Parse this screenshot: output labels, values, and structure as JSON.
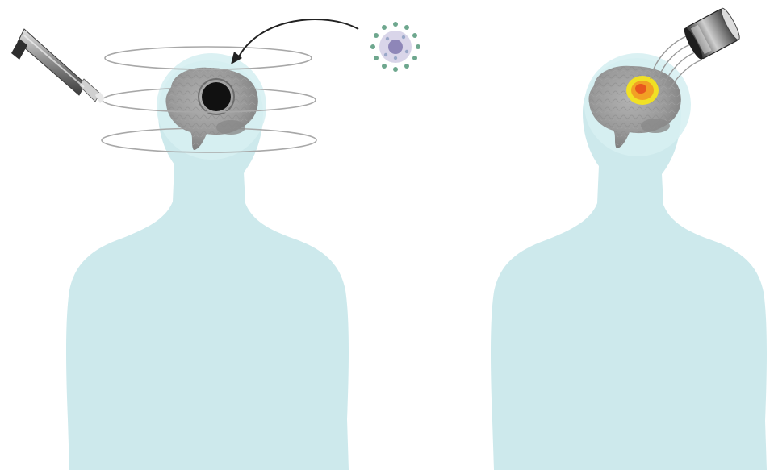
{
  "colors": {
    "background": "#ffffff",
    "body_silhouette": "#cde9ec",
    "head_glow": "#d7eff2",
    "brain_gray": "#9c9c9c",
    "brain_dark": "#7c7c7c",
    "lesion": "#111111",
    "hotspot_yellow": "#f4e41e",
    "hotspot_orange": "#f2a024",
    "hotspot_red": "#e8571e",
    "ring_stroke": "#a8a8a8",
    "arrow": "#222222",
    "nanoparticle_core": "#8e86b8",
    "nanoparticle_dots": "#6ea78e",
    "device_metal": "#8d8d8d",
    "device_dark": "#2b2b2b"
  },
  "icons": {
    "left_device": "laser-probe-icon",
    "right_device": "imaging-detector-icon",
    "particle": "nanoparticle-icon",
    "arrow": "curved-arrow-icon"
  },
  "panels": [
    {
      "name": "left-figure",
      "overlay": "magnetic-field-rings",
      "brain_marker": "dark-lesion"
    },
    {
      "name": "right-figure",
      "overlay": "signal-lines",
      "brain_marker": "heat-spot"
    }
  ]
}
